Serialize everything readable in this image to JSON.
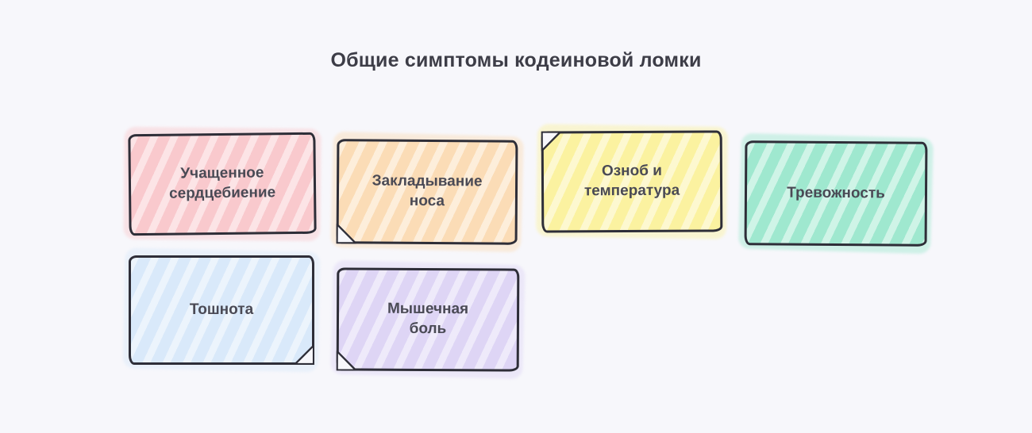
{
  "title": "Общие симптомы кодеиновой ломки",
  "colors": {
    "background": "#f7f7fb",
    "border": "#2e2e38",
    "text": "#4a4a55"
  },
  "cards": [
    {
      "label": "Учащенное сердцебиение",
      "color": "#f9c9cd"
    },
    {
      "label": "Закладывание носа",
      "color": "#fbdcb6"
    },
    {
      "label": "Озноб и температура",
      "color": "#fbf2a0"
    },
    {
      "label": "Тревожность",
      "color": "#9fe8cf"
    },
    {
      "label": "Тошнота",
      "color": "#d9e9fa"
    },
    {
      "label": "Мышечная боль",
      "color": "#ded5f5"
    }
  ]
}
